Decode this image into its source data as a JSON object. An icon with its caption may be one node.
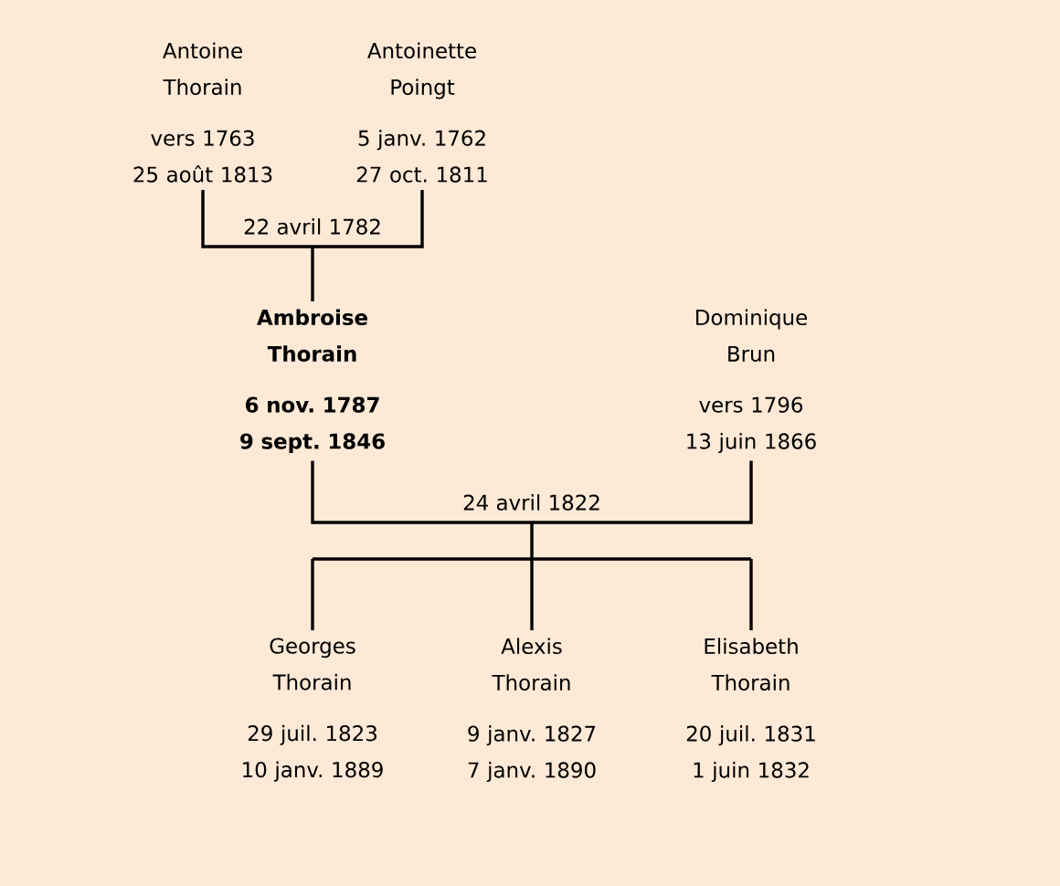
{
  "diagram": {
    "nodes": [
      {
        "text": [
          "Antoine Thorain",
          "vers 1763",
          "25 août 1813"
        ]
      },
      {
        "text": [
          "Antoinette Poingt",
          "5 janv. 1762",
          "27 oct. 1811"
        ]
      },
      {
        "text": [
          "Ambroise Thorain",
          "6 nov. 1787",
          "9 sept. 1846"
        ]
      },
      {
        "text": [
          "Dominique Brun",
          "vers 1796",
          "13 juin 1866"
        ]
      },
      {
        "text": [
          "Georges Thorain",
          "29 juil. 1823",
          "10 janv. 1889"
        ]
      },
      {
        "text": [
          "Alexis Thorain",
          "9 janv. 1827",
          "7 janv. 1890"
        ]
      },
      {
        "text": [
          "Elisabeth Thorain",
          "20 juil. 1831",
          "1 juin 1832"
        ]
      }
    ],
    "edges": [
      {
        "from": 0,
        "to": 1,
        "arrow": "none",
        "label": "22 avril 1782"
      },
      {
        "from": 0,
        "to": 2,
        "arrow": "none"
      },
      {
        "from": 1,
        "to": 2,
        "arrow": "none"
      },
      {
        "from": 2,
        "to": 3,
        "arrow": "none",
        "label": "24 avril 1822"
      },
      {
        "from": 2,
        "to": 4,
        "arrow": "none"
      },
      {
        "from": 2,
        "to": 5,
        "arrow": "none"
      },
      {
        "from": 2,
        "to": 6,
        "arrow": "none"
      },
      {
        "from": 3,
        "to": 4,
        "arrow": "none"
      },
      {
        "from": 3,
        "to": 5,
        "arrow": "none"
      },
      {
        "from": 3,
        "to": 6,
        "arrow": "none"
      }
    ]
  }
}
